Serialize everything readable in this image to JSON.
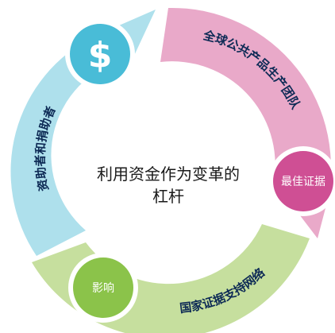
{
  "center": {
    "line1": "利用资金作为变革的",
    "line2": "杠杆"
  },
  "segments": {
    "funders": {
      "label": "资助者和捐助者",
      "color": "#aee0ec"
    },
    "global_team": {
      "label": "全球公共产品生产团队",
      "color": "#e9a9c9"
    },
    "national": {
      "label": "国家证据支持网络",
      "color": "#c6df9e"
    }
  },
  "nodes": {
    "dollar": {
      "icon": "dollar-icon",
      "symbol": "$",
      "color": "#49bcd7"
    },
    "best_evidence": {
      "label": "最佳证据",
      "color": "#cf4f94"
    },
    "impact": {
      "label": "影响",
      "color": "#8bc34a"
    }
  }
}
